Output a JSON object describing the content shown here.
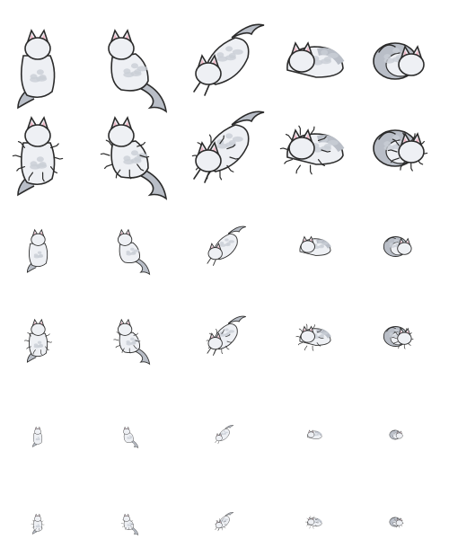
{
  "sprite_sheet": {
    "palette": {
      "body": "#eef0f4",
      "fur_shade": "#c9ced6",
      "tail_gray": "#b9bec7",
      "outline": "#2b2b2b",
      "ear_inner": "#f2b7c6",
      "background": "#ffffff"
    },
    "poses": [
      "sit",
      "sit-turned",
      "lying-stretch",
      "loaf",
      "curled"
    ],
    "rows": [
      {
        "variant": "shorthair",
        "size": "large"
      },
      {
        "variant": "longhair",
        "size": "large"
      },
      {
        "variant": "shorthair",
        "size": "medium"
      },
      {
        "variant": "longhair",
        "size": "medium"
      },
      {
        "variant": "shorthair",
        "size": "small"
      },
      {
        "variant": "longhair",
        "size": "small"
      }
    ]
  }
}
